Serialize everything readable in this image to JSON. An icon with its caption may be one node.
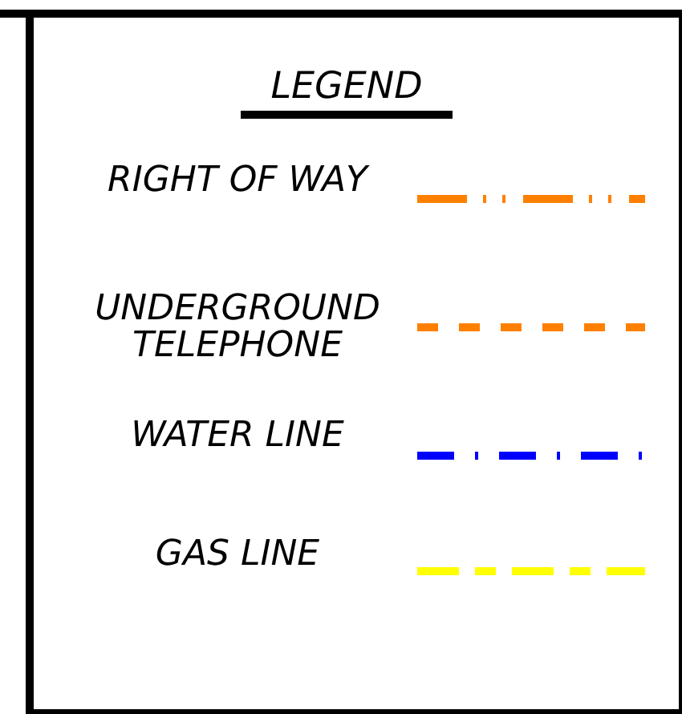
{
  "diagram": {
    "title": "LEGEND",
    "legend": [
      {
        "text": "RIGHT OF WAY"
      },
      {
        "text": "UNDERGROUND TELEPHONE"
      },
      {
        "text": "WATER LINE"
      },
      {
        "text": "GAS LINE"
      }
    ]
  }
}
